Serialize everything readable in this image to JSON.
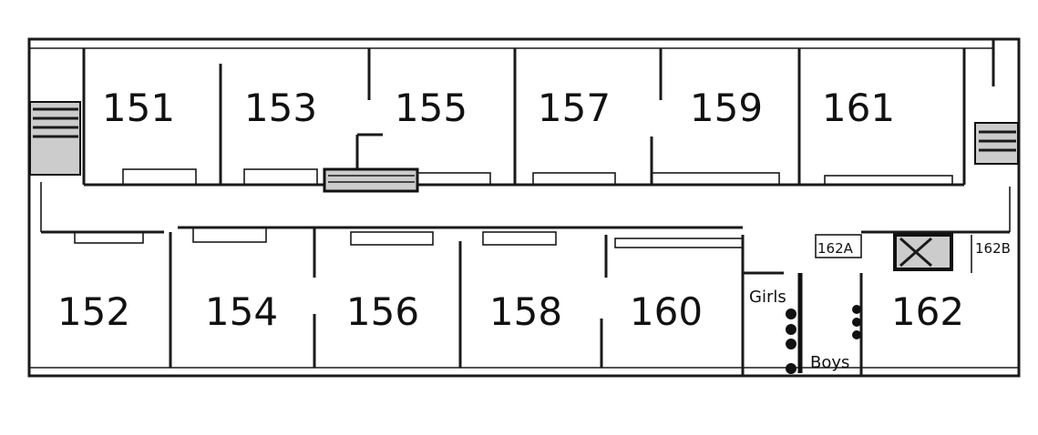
{
  "floor_plan": {
    "top_rooms": [
      "151",
      "153",
      "155",
      "157",
      "159",
      "161"
    ],
    "bottom_rooms": [
      "152",
      "154",
      "156",
      "158",
      "160",
      "162"
    ],
    "sub_rooms": [
      "162A",
      "162B"
    ],
    "restrooms": {
      "girls": "Girls",
      "boys": "Boys"
    }
  }
}
